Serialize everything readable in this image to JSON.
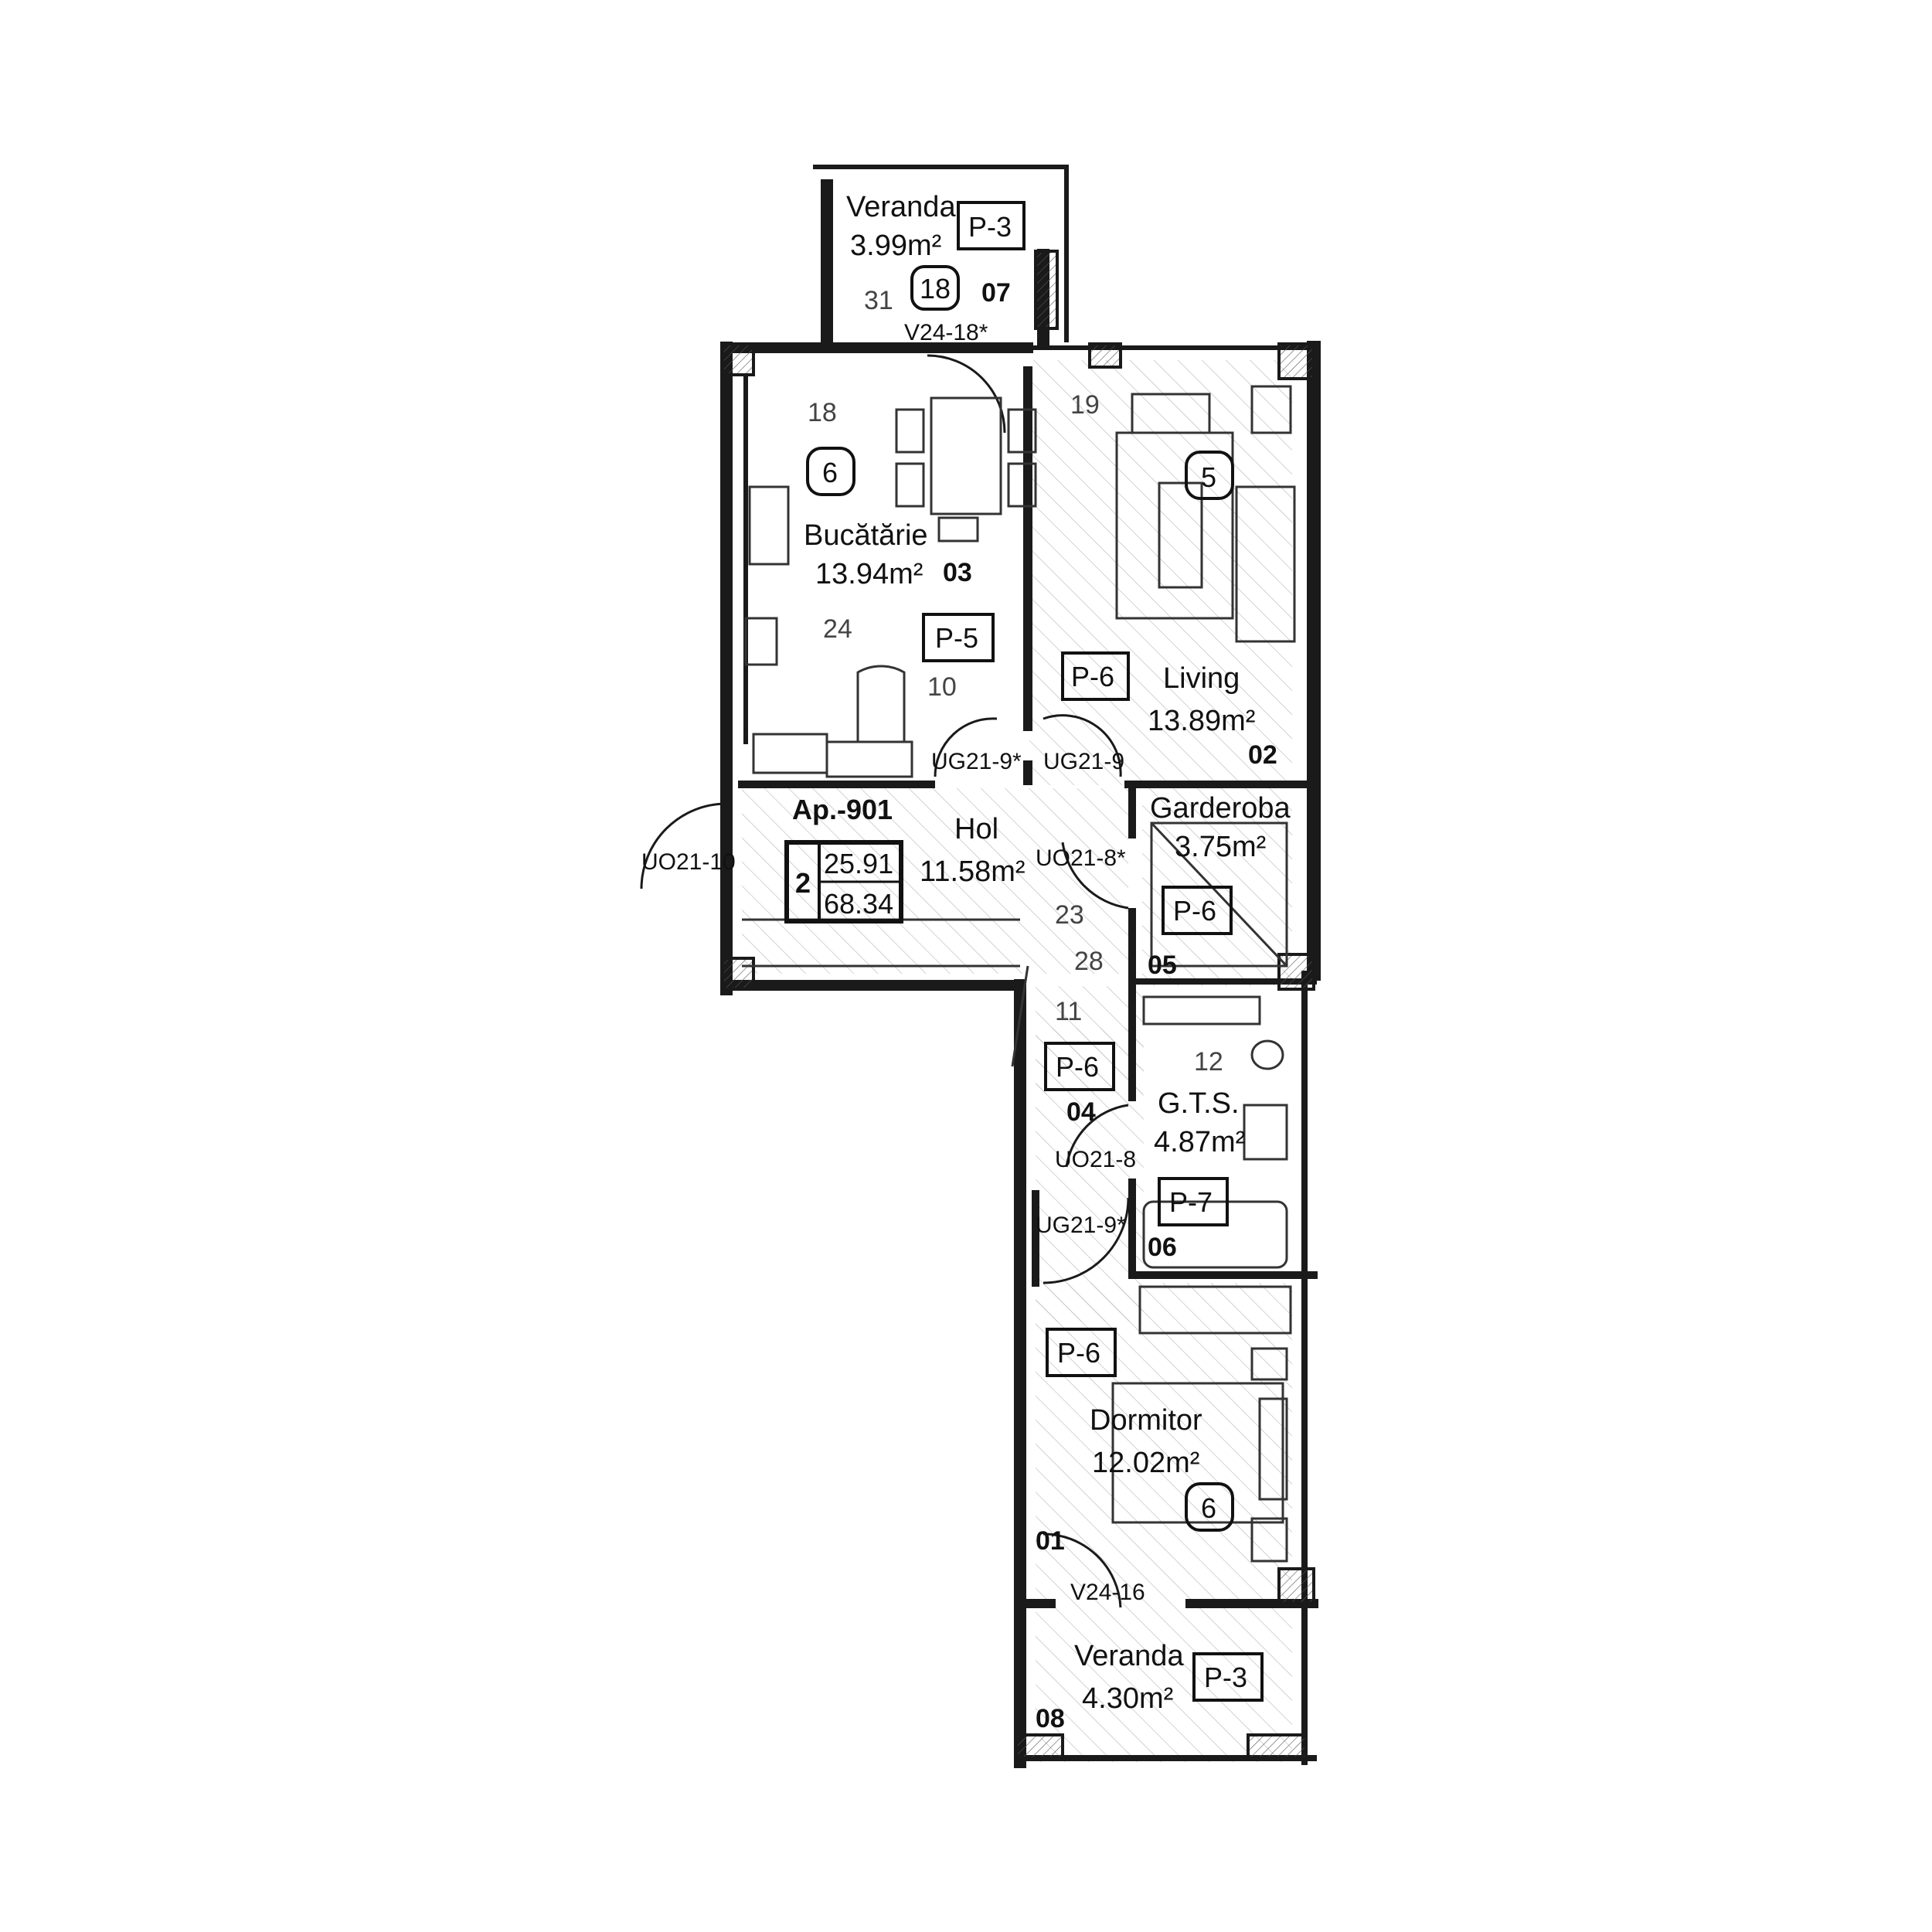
{
  "apartment": {
    "label": "Ap.-901",
    "rooms_count": "2",
    "living_area": "25.91",
    "total_area": "68.34"
  },
  "rooms": [
    {
      "id": "veranda-top",
      "name": "Veranda",
      "area": "3.99m²",
      "number": "07",
      "finish": "P-3",
      "circle": "18"
    },
    {
      "id": "kitchen",
      "name": "Bucătărie",
      "area": "13.94m²",
      "number": "03",
      "finish": "P-5",
      "circle": "6"
    },
    {
      "id": "living",
      "name": "Living",
      "area": "13.89m²",
      "number": "02",
      "finish": "P-6",
      "circle": "5"
    },
    {
      "id": "hall",
      "name": "Hol",
      "area": "11.58m²",
      "number": "04",
      "finish": "P-6"
    },
    {
      "id": "wardrobe",
      "name": "Garderoba",
      "area": "3.75m²",
      "number": "05",
      "finish": "P-6"
    },
    {
      "id": "bathroom",
      "name": "G.T.S.",
      "area": "4.87m²",
      "number": "06",
      "finish": "P-7"
    },
    {
      "id": "bedroom",
      "name": "Dormitor",
      "area": "12.02m²",
      "number": "01",
      "finish": "P-6",
      "circle": "6"
    },
    {
      "id": "veranda-bottom",
      "name": "Veranda",
      "area": "4.30m²",
      "number": "08",
      "finish": "P-3"
    }
  ],
  "doors": [
    "V24-18*",
    "UG21-9*",
    "UG21-9",
    "UO21-10",
    "UO21-8*",
    "UO21-8",
    "UG21-9*",
    "V24-16"
  ],
  "marks": [
    "31",
    "18",
    "19",
    "24",
    "10",
    "23",
    "28",
    "11",
    "12"
  ],
  "colors": {
    "ink": "#111111",
    "hatch": "#9a9a9a",
    "wall": "#1a1a1a"
  }
}
